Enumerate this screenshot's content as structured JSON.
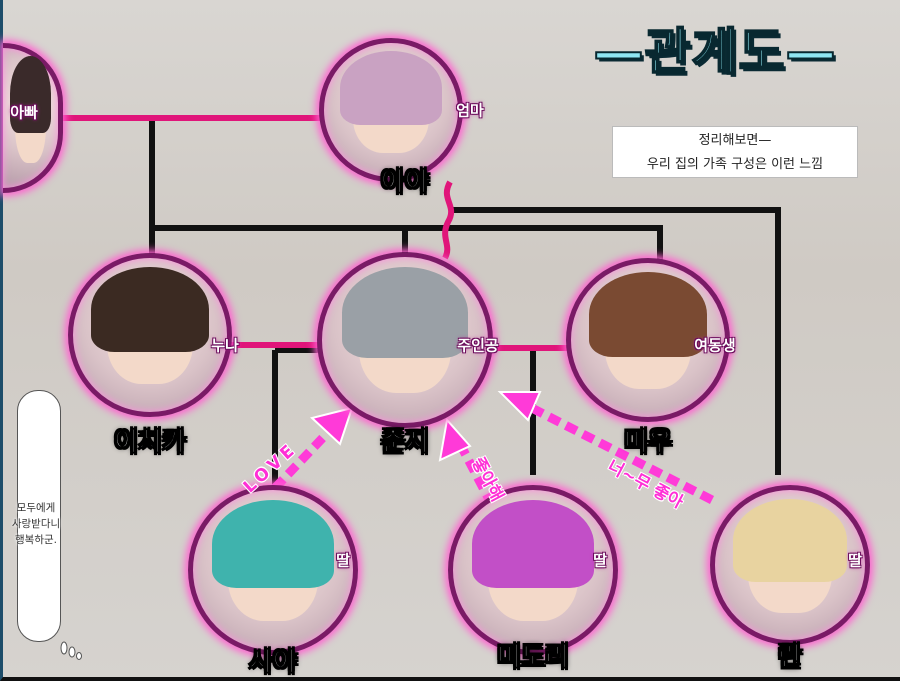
{
  "title": "—관계도—",
  "note": {
    "line1": "정리해보면—",
    "line2": "우리 집의 가족 구성은 이런 느낌"
  },
  "bubble": {
    "lines": [
      "모두에게",
      "사랑받다니",
      "행복하군."
    ]
  },
  "colors": {
    "spouse_line": "#e0157a",
    "family_line": "#111111",
    "arrow": "#ff3ad8",
    "node_glow": "#ff5fd0",
    "title_fill": "#8fe6f2"
  },
  "characters": [
    {
      "id": "father",
      "role": "아빠",
      "name": "",
      "hair": "#3a2a2a"
    },
    {
      "id": "aya",
      "role": "엄마",
      "name": "아야",
      "hair": "#c9a2c2"
    },
    {
      "id": "ichika",
      "role": "누나",
      "name": "이치카",
      "hair": "#3b2a22"
    },
    {
      "id": "junji",
      "role": "주인공",
      "name": "준지",
      "hair": "#9aa0a6"
    },
    {
      "id": "miu",
      "role": "여동생",
      "name": "미우",
      "hair": "#7a4a32"
    },
    {
      "id": "saya",
      "role": "딸",
      "name": "사야",
      "hair": "#3fb3ad"
    },
    {
      "id": "midori",
      "role": "딸",
      "name": "미도리",
      "hair": "#c24fc7"
    },
    {
      "id": "ran",
      "role": "딸",
      "name": "란",
      "hair": "#e8d3a0"
    }
  ],
  "arrows": [
    {
      "label": "LOVE",
      "from": "saya",
      "to": "junji"
    },
    {
      "label": "좋아해",
      "from": "midori",
      "to": "junji"
    },
    {
      "label": "너~무 좋아",
      "from": "ran",
      "to": "junji"
    }
  ]
}
